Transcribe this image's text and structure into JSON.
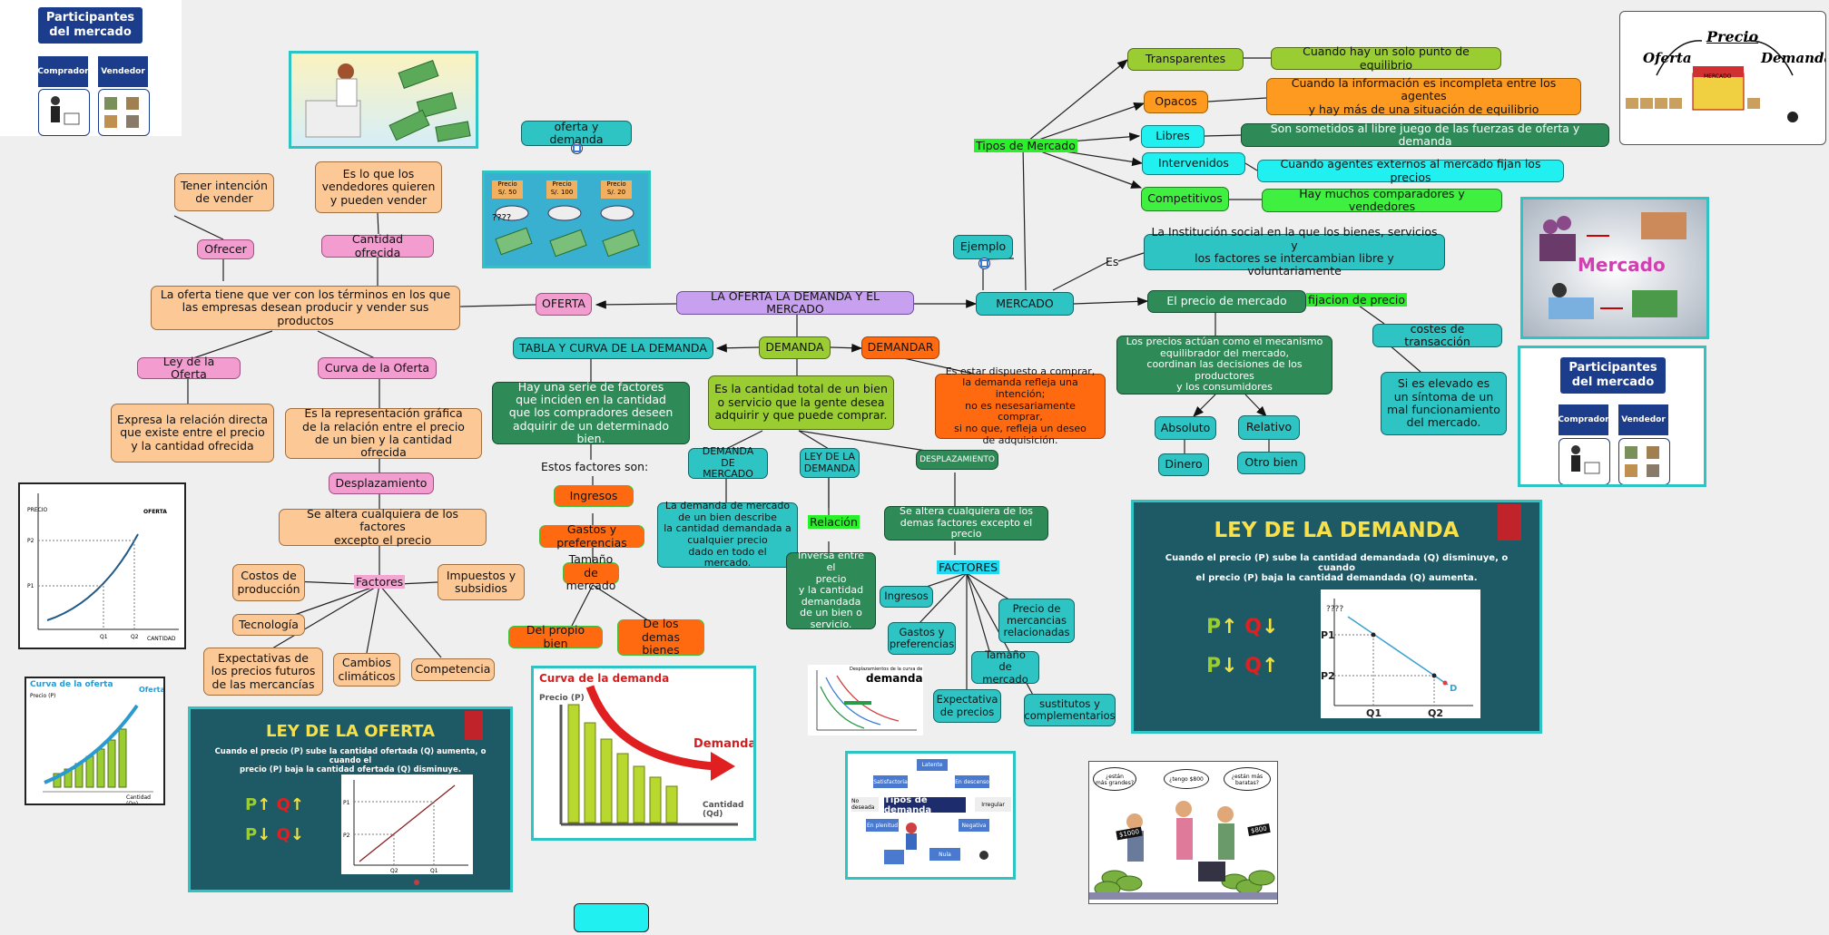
{
  "center": "LA OFERTA LA DEMANDA Y EL MERCADO",
  "oferta": {
    "title": "OFERTA",
    "definition": "La oferta tiene que ver con los términos en los que\nlas empresas desean producir y vender sus productos",
    "ofrecer": "Ofrecer",
    "tener_intencion": "Tener intención\nde vender",
    "cantidad_ofrecida": "Cantidad ofrecida",
    "cantidad_ofrecida_def": "Es lo que los\nvendedores quieren\ny pueden vender",
    "ley": "Ley de la Oferta",
    "ley_def": "Expresa la relación directa\nque existe entre el precio\ny la cantidad ofrecida",
    "curva": "Curva de la Oferta",
    "curva_def": "Es la representación gráfica\nde la relación entre el precio\nde un bien y la cantidad ofrecida",
    "desplazamiento": "Desplazamiento",
    "desplazamiento_def": "Se altera cualquiera de los factores\nexcepto el precio",
    "factores": "Factores",
    "factores_list": [
      "Costos de\nproducción",
      "Tecnología",
      "Expectativas de\nlos precios futuros\nde las mercancías",
      "Cambios\nclimáticos",
      "Competencia",
      "Impuestos y\nsubsidios"
    ]
  },
  "demanda": {
    "title": "DEMANDA",
    "definition": "Es la cantidad total de un bien\no servicio que la gente desea\nadquirir y que puede comprar.",
    "tabla": "TABLA Y CURVA DE LA DEMANDA",
    "tabla_def": "Hay una serie de factores\nque inciden en la cantidad\nque los compradores deseen\nadquirir de un determinado bien.",
    "estos_factores": "Estos factores son:",
    "factores_list": [
      "Ingresos",
      "Gastos y\npreferencias",
      "Tamaño\nde mercado",
      "Expectativa\nde precios",
      "sustitutos y\ncomplementarios",
      "Precio de\nmercancias\nrelacionadas"
    ],
    "precios_list": [
      "Del propio bien",
      "De los demas\nbienes"
    ],
    "demandar": "DEMANDAR",
    "demandar_def": "Es estar dispuesto a comprar,\nla demanda refleja una intención;\nno es nesesariamente comprar,\nsi no que, refleja  un deseo\nde adquisición.",
    "demanda_mercado": "DEMANDA DE\nMERCADO",
    "demanda_mercado_def": "La demanda de mercado\nde un bien describe\nla cantidad demandada a\ncualquier precio\ndado en todo el mercado.",
    "ley": "LEY DE LA\nDEMANDA",
    "relacion": "Relación",
    "relacion_def": "Inversa entre el\nprecio\ny la cantidad\ndemandada\nde un bien o\nservicio.",
    "desplazamiento": "DESPLAZAMIENTO",
    "desplazamiento_def": "Se altera cualquiera de los\ndemas factores excepto el precio",
    "factores": "FACTORES"
  },
  "mercado": {
    "title": "MERCADO",
    "ejemplo": "Ejemplo",
    "oferta_demanda": "oferta y demanda",
    "es": "Es",
    "definition": "La Institución social en la que los bienes, servicios  y\nlos factores se intercambian libre y voluntariamente",
    "tipos": "Tipos de Mercado",
    "tipos_list": [
      {
        "name": "Transparentes",
        "def": "Cuando hay un solo punto de equilibrio"
      },
      {
        "name": "Opacos",
        "def": "Cuando la información es incompleta entre los agentes\ny hay más de una situación de equilibrio"
      },
      {
        "name": "Libres",
        "def": "Son sometidos al libre juego de las fuerzas de oferta y demanda"
      },
      {
        "name": "Intervenidos",
        "def": "Cuando agentes externos al mercado fijan los precios"
      },
      {
        "name": "Competitivos",
        "def": "Hay muchos comparadores y vendedores"
      }
    ],
    "precio": "El precio de mercado",
    "precio_def": "Los precios actúan como el mecanismo\nequilibrador del mercado,\ncoordinan las decisiones de los productores\ny los consumidores",
    "absoluto": "Absoluto",
    "dinero": "Dinero",
    "relativo": "Relativo",
    "otro_bien": "Otro bien",
    "fijacion": "fijacion de precio",
    "costes": "costes de transacción",
    "costes_def": "Si es elevado es\nun síntoma de un\nmal funcionamiento\ndel mercado."
  },
  "images": {
    "participantes_title": "Participantes\ndel mercado",
    "comprador": "Comprador",
    "vendedor": "Vendedor",
    "precio_diag_precio": "Precio",
    "precio_diag_oferta": "Oferta",
    "precio_diag_demanda": "Demanda",
    "precio_diag_mercado": "MERCADO",
    "mercado_word": "Mercado",
    "price_tags": [
      "Precio\nS/. 50",
      "Precio\nS/. 100",
      "Precio\nS/. 20"
    ],
    "qqq": "????",
    "ley_demanda_title": "LEY DE LA DEMANDA",
    "ley_demanda_desc": "Cuando el precio (P) sube la cantidad demandada (Q) disminuye, o cuando\nel precio (P) baja la cantidad demandada (Q) aumenta.",
    "ley_oferta_title": "LEY DE LA OFERTA",
    "ley_oferta_desc": "Cuando el precio (P) sube la cantidad ofertada (Q) aumenta, o cuando el\nprecio (P) baja la cantidad ofertada (Q) disminuye.",
    "curva_demanda_title": "Curva de la demanda",
    "curva_demanda_yaxis": "Precio (P)",
    "curva_demanda_label": "Demanda",
    "curva_demanda_xaxis": "Cantidad (Qd)",
    "curva_oferta_title": "Curva de la oferta",
    "curva_oferta_yaxis": "Precio (P)",
    "curva_oferta_label": "Oferta",
    "curva_oferta_xaxis": "Cantidad (Qo)",
    "oferta_chart_y": "PRECIO",
    "oferta_chart_x": "CANTIDAD",
    "oferta_chart_legend": "OFERTA",
    "tipos_demanda": "Tipos de demanda",
    "tipos_demanda_items": [
      "Latente",
      "Satisfactoria",
      "En descenso",
      "Irregular",
      "No deseada",
      "En plenitud",
      "Negativa",
      "Nula"
    ],
    "desplaz_title": "demanda",
    "desplaz_subtitle": "Desplazamientos de la curva de",
    "comic_bubbles": [
      "¿están\nmás grandes?",
      "¿tengo $800",
      "¿están más\nbaratas?"
    ],
    "comic_prices": [
      "$1000",
      "$800"
    ]
  },
  "accent": {
    "teal": "#2ec4c4",
    "slide_bg": "#1e5a66",
    "slide_title": "#f8e048"
  }
}
